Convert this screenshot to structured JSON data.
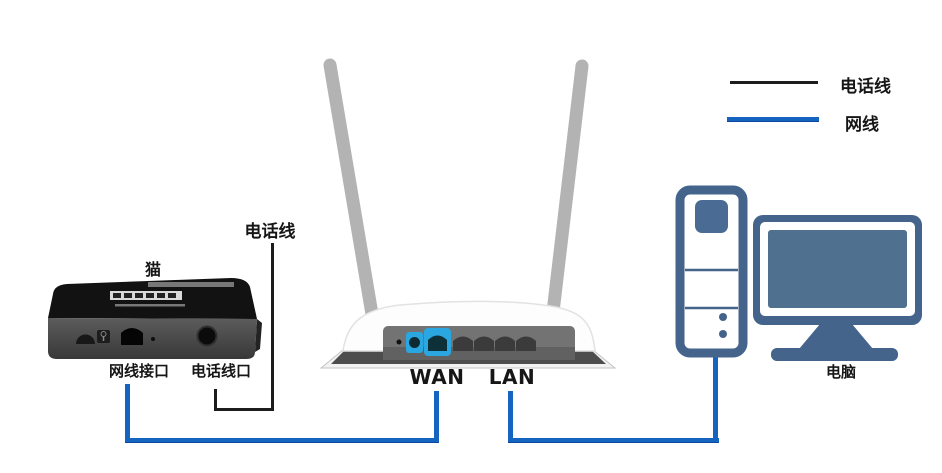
{
  "legend": {
    "items": [
      {
        "label": "电话线",
        "meaning": "telephone line",
        "line_color": "#1C1C1C"
      },
      {
        "label": "网线",
        "meaning": "ethernet cable",
        "line_color": "#1565C0"
      }
    ]
  },
  "modem": {
    "title": "猫",
    "port_labels": [
      "网线接口",
      "电话线口"
    ]
  },
  "phone_line_label": "电话线",
  "router": {
    "port_labels": [
      "WAN",
      "LAN"
    ]
  },
  "computer": {
    "label": "电脑"
  },
  "colors": {
    "ethernet_cable": "#1565C0",
    "phone_cable": "#1C1C1C",
    "router_port_blue": "#2AA7E1",
    "computer_slate": "#45648C",
    "antenna_gray": "#B3B3B3",
    "background": "#FFFFFF"
  }
}
